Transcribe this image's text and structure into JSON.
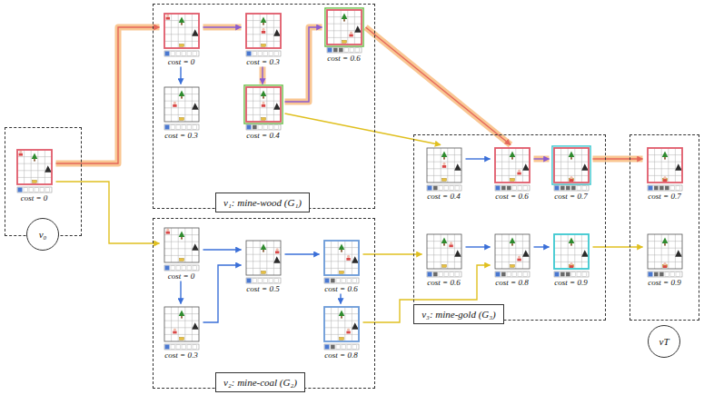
{
  "diagram": {
    "nodes": [
      {
        "text": [
          "v₀"
        ]
      },
      {
        "text": [
          "cost = 0"
        ],
        "in": 0
      },
      {
        "text": [
          "v₁: mine-wood (G₁)"
        ]
      },
      {
        "text": [
          "cost = 0"
        ],
        "in": 2
      },
      {
        "text": [
          "cost = 0.3"
        ],
        "in": 2
      },
      {
        "text": [
          "cost = 0.6"
        ],
        "in": 2
      },
      {
        "text": [
          "cost = 0.3"
        ],
        "in": 2
      },
      {
        "text": [
          "cost = 0.4"
        ],
        "in": 2
      },
      {
        "text": [
          "v₂: mine-coal (G₂)"
        ]
      },
      {
        "text": [
          "cost = 0"
        ],
        "in": 8
      },
      {
        "text": [
          "cost = 0.5"
        ],
        "in": 8
      },
      {
        "text": [
          "cost = 0.6"
        ],
        "in": 8
      },
      {
        "text": [
          "cost = 0.3"
        ],
        "in": 8
      },
      {
        "text": [
          "cost = 0.8"
        ],
        "in": 8
      },
      {
        "text": [
          "v₃: mine-gold (G₃)"
        ]
      },
      {
        "text": [
          "cost = 0.4"
        ],
        "in": 14
      },
      {
        "text": [
          "cost = 0.6"
        ],
        "in": 14
      },
      {
        "text": [
          "cost = 0.7"
        ],
        "in": 14
      },
      {
        "text": [
          "cost = 0.6"
        ],
        "in": 14
      },
      {
        "text": [
          "cost = 0.8"
        ],
        "in": 14
      },
      {
        "text": [
          "cost = 0.9"
        ],
        "in": 14
      },
      {
        "text": [
          "vT"
        ]
      },
      {
        "text": [
          "cost = 0.7"
        ],
        "in": 21
      },
      {
        "text": [
          "cost = 0.9"
        ],
        "in": 21
      }
    ],
    "edges": [
      {
        "from": 1,
        "to": 3,
        "arrow": "to"
      },
      {
        "from": 1,
        "to": 9,
        "arrow": "to"
      },
      {
        "from": 3,
        "to": 4,
        "arrow": "to"
      },
      {
        "from": 3,
        "to": 6,
        "arrow": "to"
      },
      {
        "from": 4,
        "to": 7,
        "arrow": "to"
      },
      {
        "from": 7,
        "to": 5,
        "arrow": "to"
      },
      {
        "from": 7,
        "to": 15,
        "arrow": "to"
      },
      {
        "from": 5,
        "to": 16,
        "arrow": "to"
      },
      {
        "from": 9,
        "to": 10,
        "arrow": "to"
      },
      {
        "from": 9,
        "to": 12,
        "arrow": "to"
      },
      {
        "from": 12,
        "to": 10,
        "arrow": "to"
      },
      {
        "from": 10,
        "to": 11,
        "arrow": "to"
      },
      {
        "from": 11,
        "to": 13,
        "arrow": "to"
      },
      {
        "from": 11,
        "to": 18,
        "arrow": "to"
      },
      {
        "from": 13,
        "to": 19,
        "arrow": "to"
      },
      {
        "from": 15,
        "to": 16,
        "arrow": "to"
      },
      {
        "from": 16,
        "to": 17,
        "arrow": "to"
      },
      {
        "from": 18,
        "to": 19,
        "arrow": "to"
      },
      {
        "from": 19,
        "to": 20,
        "arrow": "to"
      },
      {
        "from": 17,
        "to": 22,
        "arrow": "to"
      },
      {
        "from": 20,
        "to": 23,
        "arrow": "to"
      }
    ]
  }
}
